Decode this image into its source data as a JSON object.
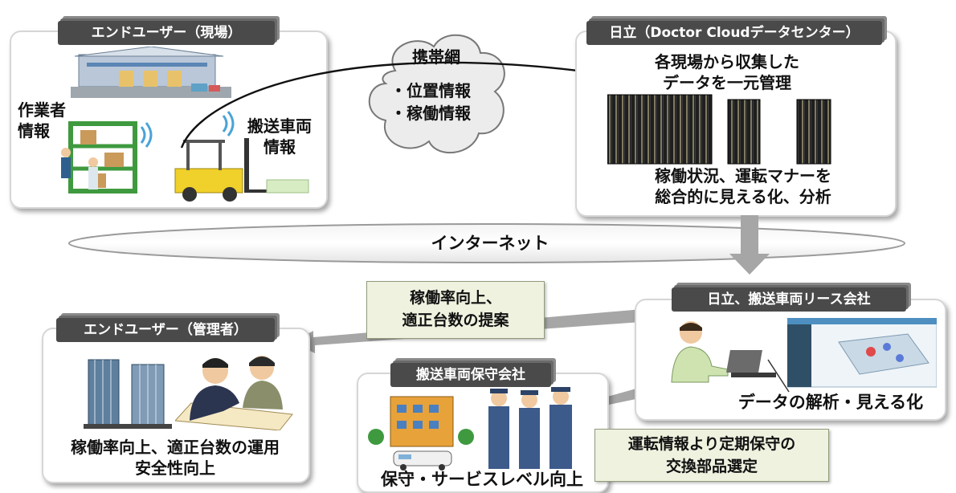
{
  "colors": {
    "tab_bg": "#4a4a4a",
    "note_bg": "#eef2df",
    "arrow": "#a6a6a6",
    "panel_border": "#d6d6d6"
  },
  "site_panel": {
    "tab": "エンドユーザー（現場）",
    "worker_label_1": "作業者",
    "worker_label_2": "情報",
    "vehicle_label_1": "搬送車両",
    "vehicle_label_2": "情報"
  },
  "network": {
    "title": "携帯網",
    "item1": "・位置情報",
    "item2": "・稼働情報"
  },
  "datacenter_panel": {
    "tab": "日立（Doctor Cloudデータセンター）",
    "top_text_1": "各現場から収集した",
    "top_text_2": "データを一元管理",
    "bottom_text_1": "稼働状況、運転マナーを",
    "bottom_text_2": "総合的に見える化、分析"
  },
  "internet": {
    "label": "インターネット"
  },
  "proposal_box": {
    "line1": "稼働率向上、",
    "line2": "適正台数の提案"
  },
  "lease_panel": {
    "tab": "日立、搬送車両リース会社",
    "caption": "データの解析・見える化"
  },
  "manager_panel": {
    "tab": "エンドユーザー（管理者）",
    "caption_1": "稼働率向上、適正台数の運用",
    "caption_2": "安全性向上"
  },
  "maintenance_panel": {
    "tab": "搬送車両保守会社",
    "caption": "保守・サービスレベル向上"
  },
  "parts_box": {
    "line1": "運転情報より定期保守の",
    "line2": "交換部品選定"
  }
}
